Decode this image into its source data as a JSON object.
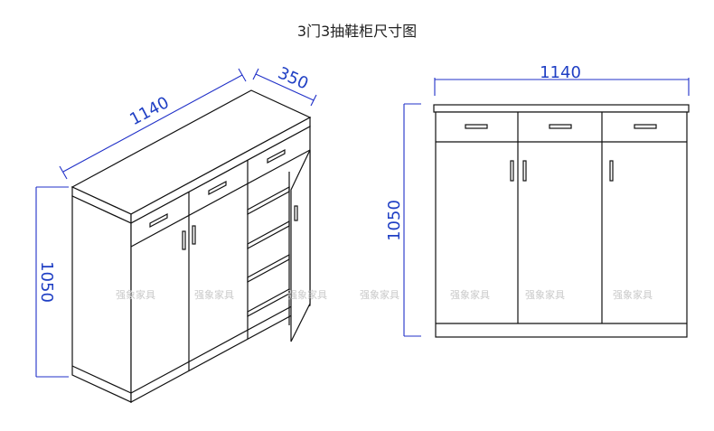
{
  "title": "3门3抽鞋柜尺寸图",
  "dimensions": {
    "iso_width": "1140",
    "iso_depth": "350",
    "iso_height": "1050",
    "front_width": "1140",
    "front_height": "1050"
  },
  "watermarks": [
    "强象家具",
    "强象家具",
    "强象家具",
    "强象家具",
    "强象家具",
    "强象家具",
    "强象家具"
  ],
  "colors": {
    "dimension_line": "#2030c8",
    "outline": "#111111",
    "watermark": "#c9c9c9"
  }
}
